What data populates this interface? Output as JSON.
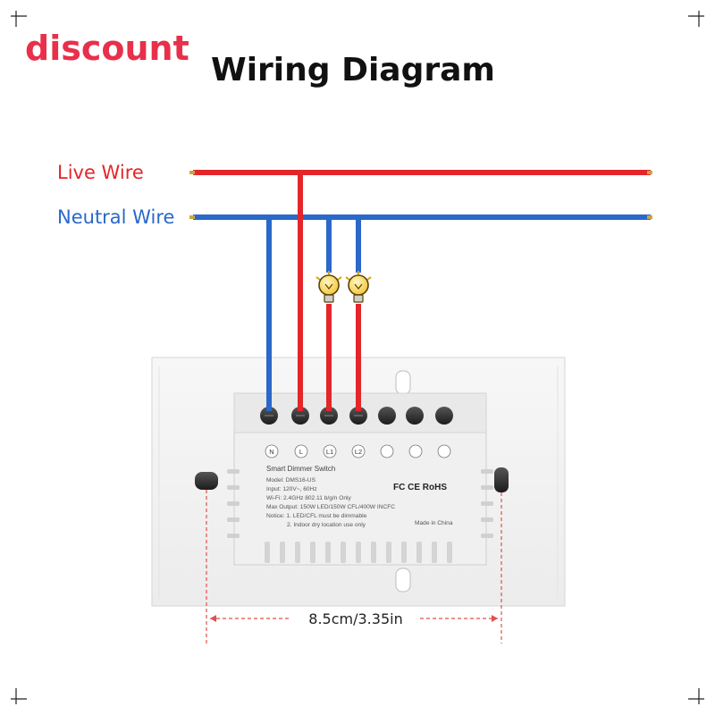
{
  "header": {
    "badge": "discount",
    "title": "Wiring Diagram"
  },
  "wires": {
    "live_label": "Live Wire",
    "neutral_label": "Neutral Wire"
  },
  "colors": {
    "live": "#e3262a",
    "neutral": "#2a68c9",
    "badge": "#e8304b",
    "dimension_line": "#e0504c"
  },
  "device": {
    "product_name": "Smart Dimmer Switch",
    "model": "Model: DMS16-US",
    "input": "Input: 120V~, 60Hz",
    "wifi": "Wi-Fi: 2.4GHz 802.11 b/g/n Only",
    "max_output": "Max Output: 150W LED/150W CFL/400W INCFC",
    "notice_1": "Notice: 1. LED/CFL must be dimmable",
    "notice_2": "2. Indoor dry location use only",
    "made_in": "Made in China",
    "certifications": "FC CE RoHS",
    "terminals": [
      "N",
      "L",
      "L1",
      "L2"
    ]
  },
  "dimension": {
    "label": "8.5cm/3.35in"
  },
  "icons": [
    "bulb-icon",
    "bulb-icon"
  ]
}
